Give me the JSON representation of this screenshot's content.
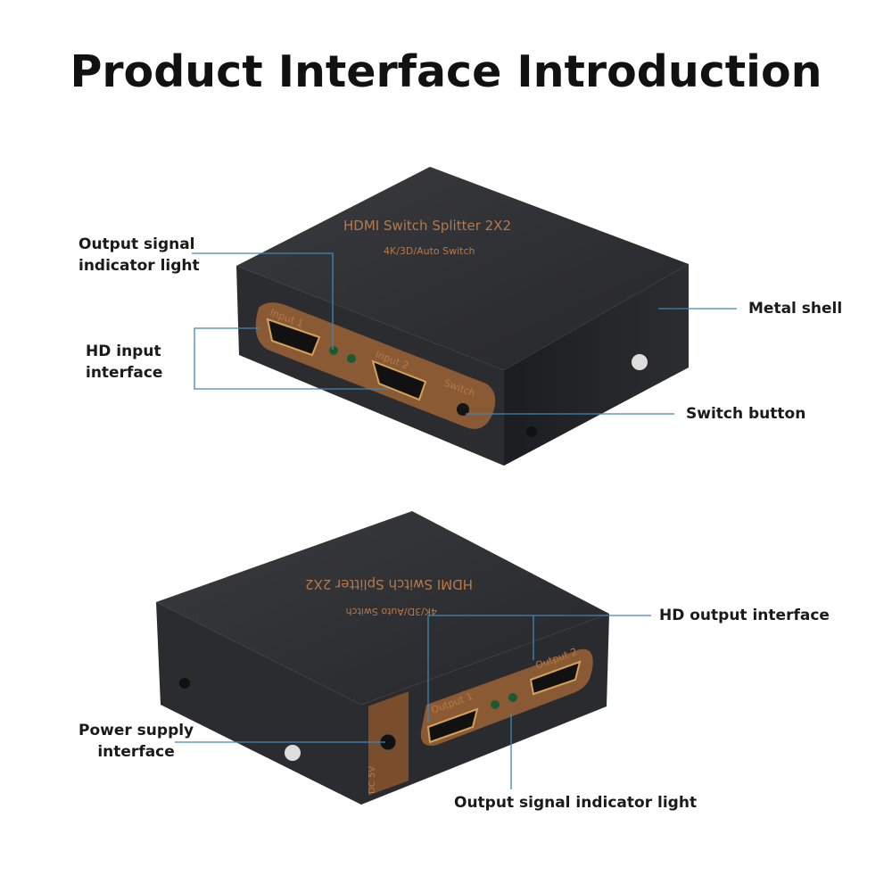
{
  "title": "Product Interface Introduction",
  "callouts": {
    "output_led_top_line1": "Output signal",
    "output_led_top_line2": "indicator light",
    "hd_input_line1": "HD input",
    "hd_input_line2": "interface",
    "metal_shell": "Metal shell",
    "switch_button": "Switch button",
    "hd_output": "HD output interface",
    "power_line1": "Power supply",
    "power_line2": "interface",
    "output_led_bottom": "Output signal indicator light"
  },
  "device": {
    "name": "HDMI Switch Splitter 2X2",
    "subtitle": "4K/3D/Auto Switch",
    "port_input1": "Input 1",
    "port_input2": "Input 2",
    "port_switch": "Switch",
    "port_output1": "Output 1",
    "port_output2": "Output 2",
    "power_label": "DC 5V"
  },
  "colors": {
    "callout_line": "#3f86b8",
    "panel": "#8a5a34",
    "shell": "#2a2b2e"
  }
}
